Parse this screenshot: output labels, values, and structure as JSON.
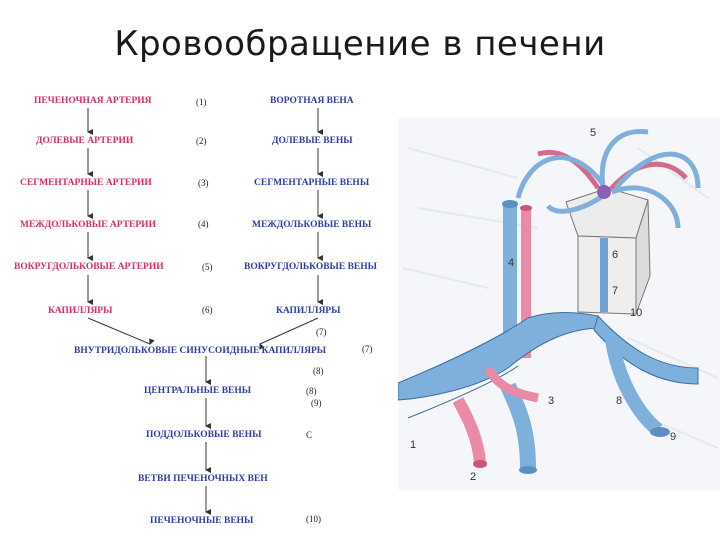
{
  "title": "Кровообращение в печени",
  "arterial": [
    {
      "label": "ПЕЧЕНОЧНАЯ АРТЕРИЯ",
      "num": "(1)"
    },
    {
      "label": "ДОЛЕВЫЕ АРТЕРИИ",
      "num": "(2)"
    },
    {
      "label": "СЕГМЕНТАРНЫЕ АРТЕРИИ",
      "num": "(3)"
    },
    {
      "label": "МЕЖДОЛЬКОВЫЕ АРТЕРИИ",
      "num": "(4)"
    },
    {
      "label": "ВОКРУГДОЛЬКОВЫЕ АРТЕРИИ",
      "num": "(5)"
    },
    {
      "label": "КАПИЛЛЯРЫ",
      "num": "(6)"
    }
  ],
  "portal": [
    {
      "label": "ВОРОТНАЯ ВЕНА"
    },
    {
      "label": "ДОЛЕВЫЕ ВЕНЫ"
    },
    {
      "label": "СЕГМЕНТАРНЫЕ ВЕНЫ"
    },
    {
      "label": "МЕЖДОЛЬКОВЫЕ ВЕНЫ"
    },
    {
      "label": "ВОКРУГДОЛЬКОВЫЕ ВЕНЫ"
    },
    {
      "label": "КАПИЛЛЯРЫ",
      "num": "(7)"
    }
  ],
  "sinusoid": {
    "label": "ВНУТРИДОЛЬКОВЫЕ СИНУСОИДНЫЕ КАПИЛЛЯРЫ",
    "num": "(7)",
    "num_below": "(8)"
  },
  "outflow": [
    {
      "label": "ЦЕНТРАЛЬНЫЕ ВЕНЫ",
      "num": "(8)",
      "num2": "(9)"
    },
    {
      "label": "ПОДДОЛЬКОВЫЕ ВЕНЫ",
      "num": "С"
    },
    {
      "label": "ВЕТВИ ПЕЧЕНОЧНЫХ ВЕН",
      "num": ""
    },
    {
      "label": "ПЕЧЕНОЧНЫЕ ВЕНЫ",
      "num": "(10)"
    }
  ],
  "figure_labels": [
    "1",
    "2",
    "3",
    "4",
    "5",
    "6",
    "7",
    "8",
    "9",
    "10"
  ],
  "colors": {
    "artery": "#d0306a",
    "vein": "#2c3fa0",
    "artery_fill": "#e98aa6",
    "vein_fill": "#7fb0dc"
  }
}
